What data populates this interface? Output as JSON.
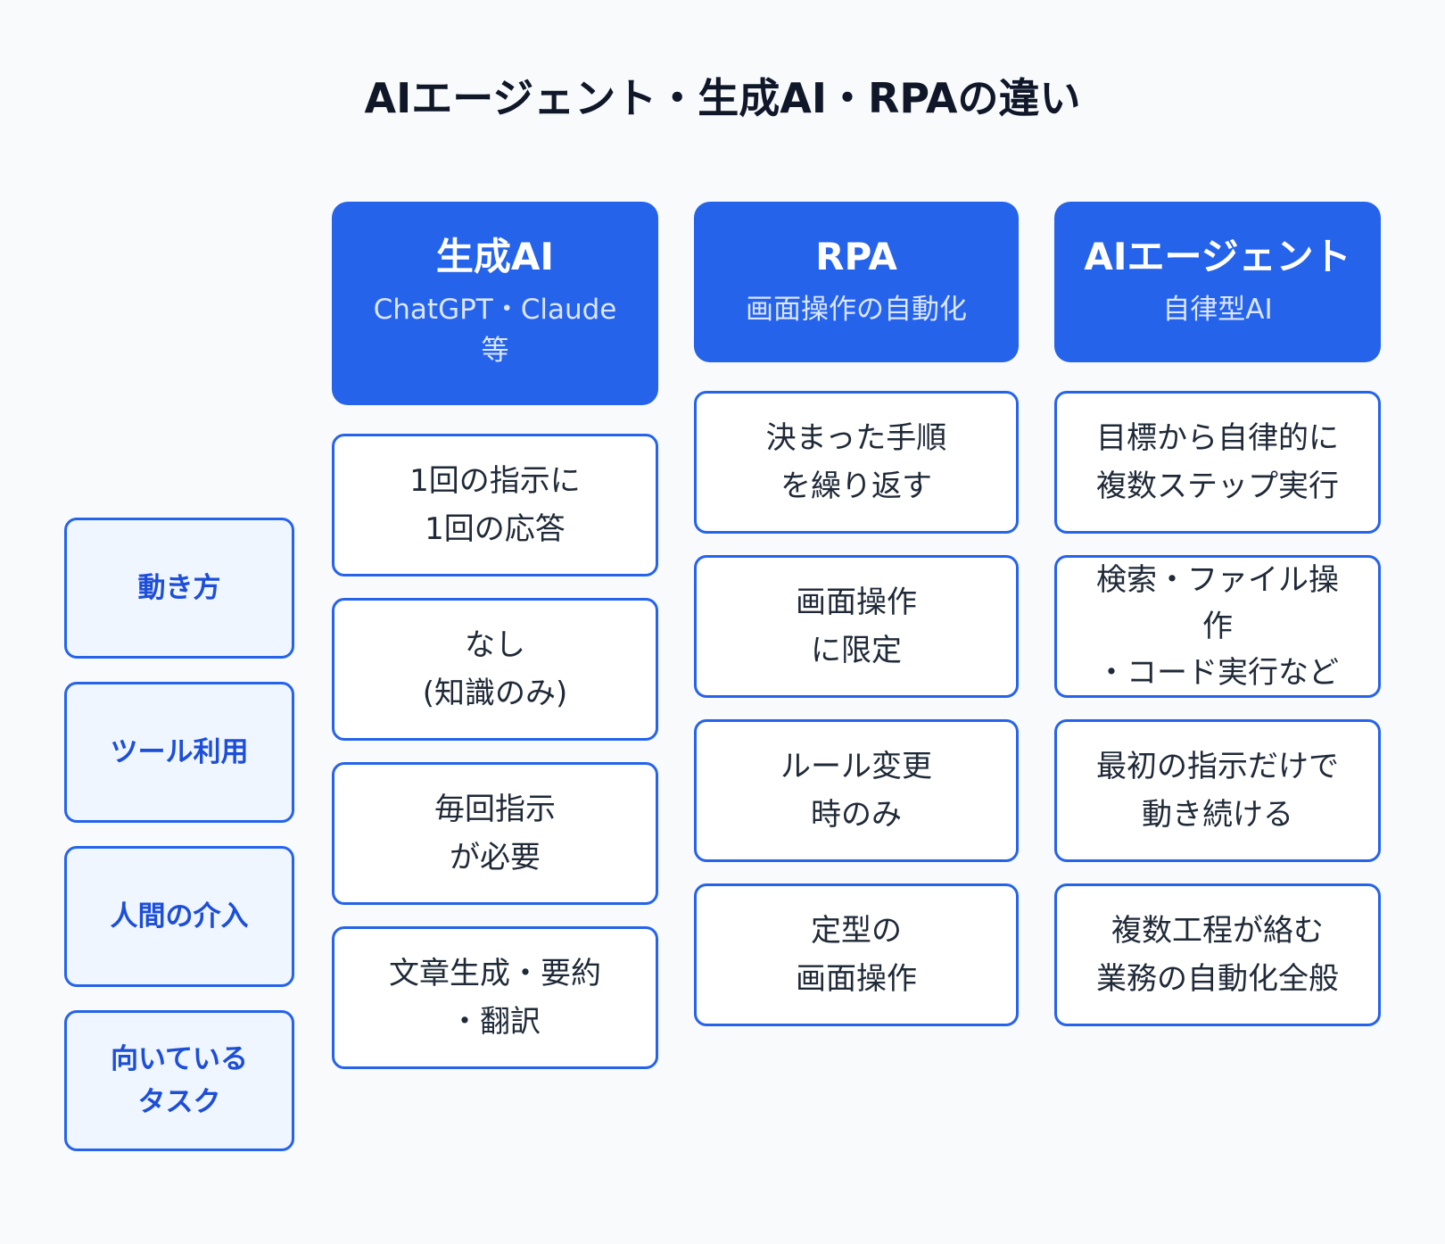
{
  "title": "AIエージェント・生成AI・RPAの違い",
  "row_labels": [
    "動き方",
    "ツール利用",
    "人間の介入",
    "向いている\nタスク"
  ],
  "columns": [
    {
      "title": "生成AI",
      "subtitle": "ChatGPT・Claude\n等",
      "cells": [
        "1回の指示に\n1回の応答",
        "なし\n(知識のみ)",
        "毎回指示\nが必要",
        "文章生成・要約\n・翻訳"
      ]
    },
    {
      "title": "RPA",
      "subtitle": "画面操作の自動化",
      "cells": [
        "決まった手順\nを繰り返す",
        "画面操作\nに限定",
        "ルール変更\n時のみ",
        "定型の\n画面操作"
      ]
    },
    {
      "title": "AIエージェント",
      "subtitle": "自律型AI",
      "cells": [
        "目標から自律的に\n複数ステップ実行",
        "検索・ファイル操\n作\n・コード実行など",
        "最初の指示だけで\n動き続ける",
        "複数工程が絡む\n業務の自動化全般"
      ]
    }
  ],
  "colors": {
    "accent": "#2563eb",
    "label_bg": "#eff6ff",
    "label_text": "#1d4ed8",
    "background": "#f8fafc"
  }
}
